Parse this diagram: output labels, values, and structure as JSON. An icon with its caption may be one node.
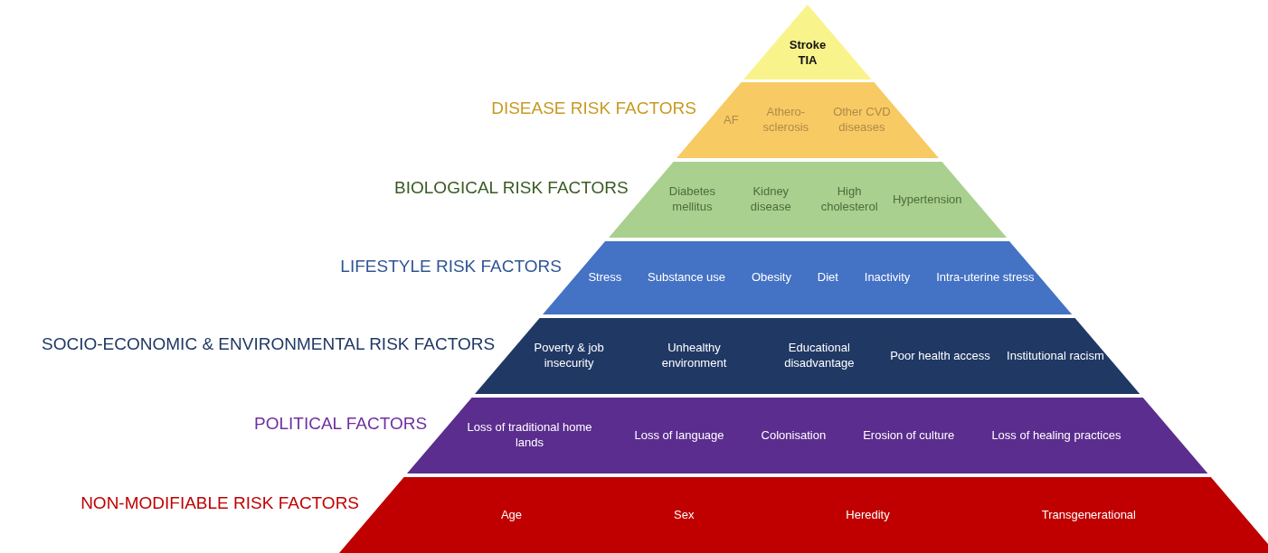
{
  "diagram": {
    "nodes": [
      {
        "text": [
          "Stroke TIA"
        ]
      },
      {
        "text": [
          "DISEASE RISK FACTORS",
          "AF",
          "Athero-sclerosis",
          "Other CVD diseases"
        ]
      },
      {
        "text": [
          "BIOLOGICAL RISK FACTORS",
          "Diabetes mellitus",
          "Kidney disease",
          "High cholesterol",
          "Hypertension"
        ]
      },
      {
        "text": [
          "LIFESTYLE RISK FACTORS",
          "Stress",
          "Substance use",
          "Obesity",
          "Diet",
          "Inactivity",
          "Intra-uterine stress"
        ]
      },
      {
        "text": [
          "SOCIO-ECONOMIC & ENVIRONMENTAL RISK FACTORS",
          "Poverty & job insecurity",
          "Unhealthy environment",
          "Educational disadvantage",
          "Poor health access",
          "Institutional racism"
        ]
      },
      {
        "text": [
          "POLITICAL FACTORS",
          "Loss of traditional home lands",
          "Loss of language",
          "Colonisation",
          "Erosion of culture",
          "Loss of healing practices"
        ]
      },
      {
        "text": [
          "NON-MODIFIABLE RISK FACTORS",
          "Age",
          "Sex",
          "Heredity",
          "Transgenerational"
        ]
      }
    ]
  }
}
